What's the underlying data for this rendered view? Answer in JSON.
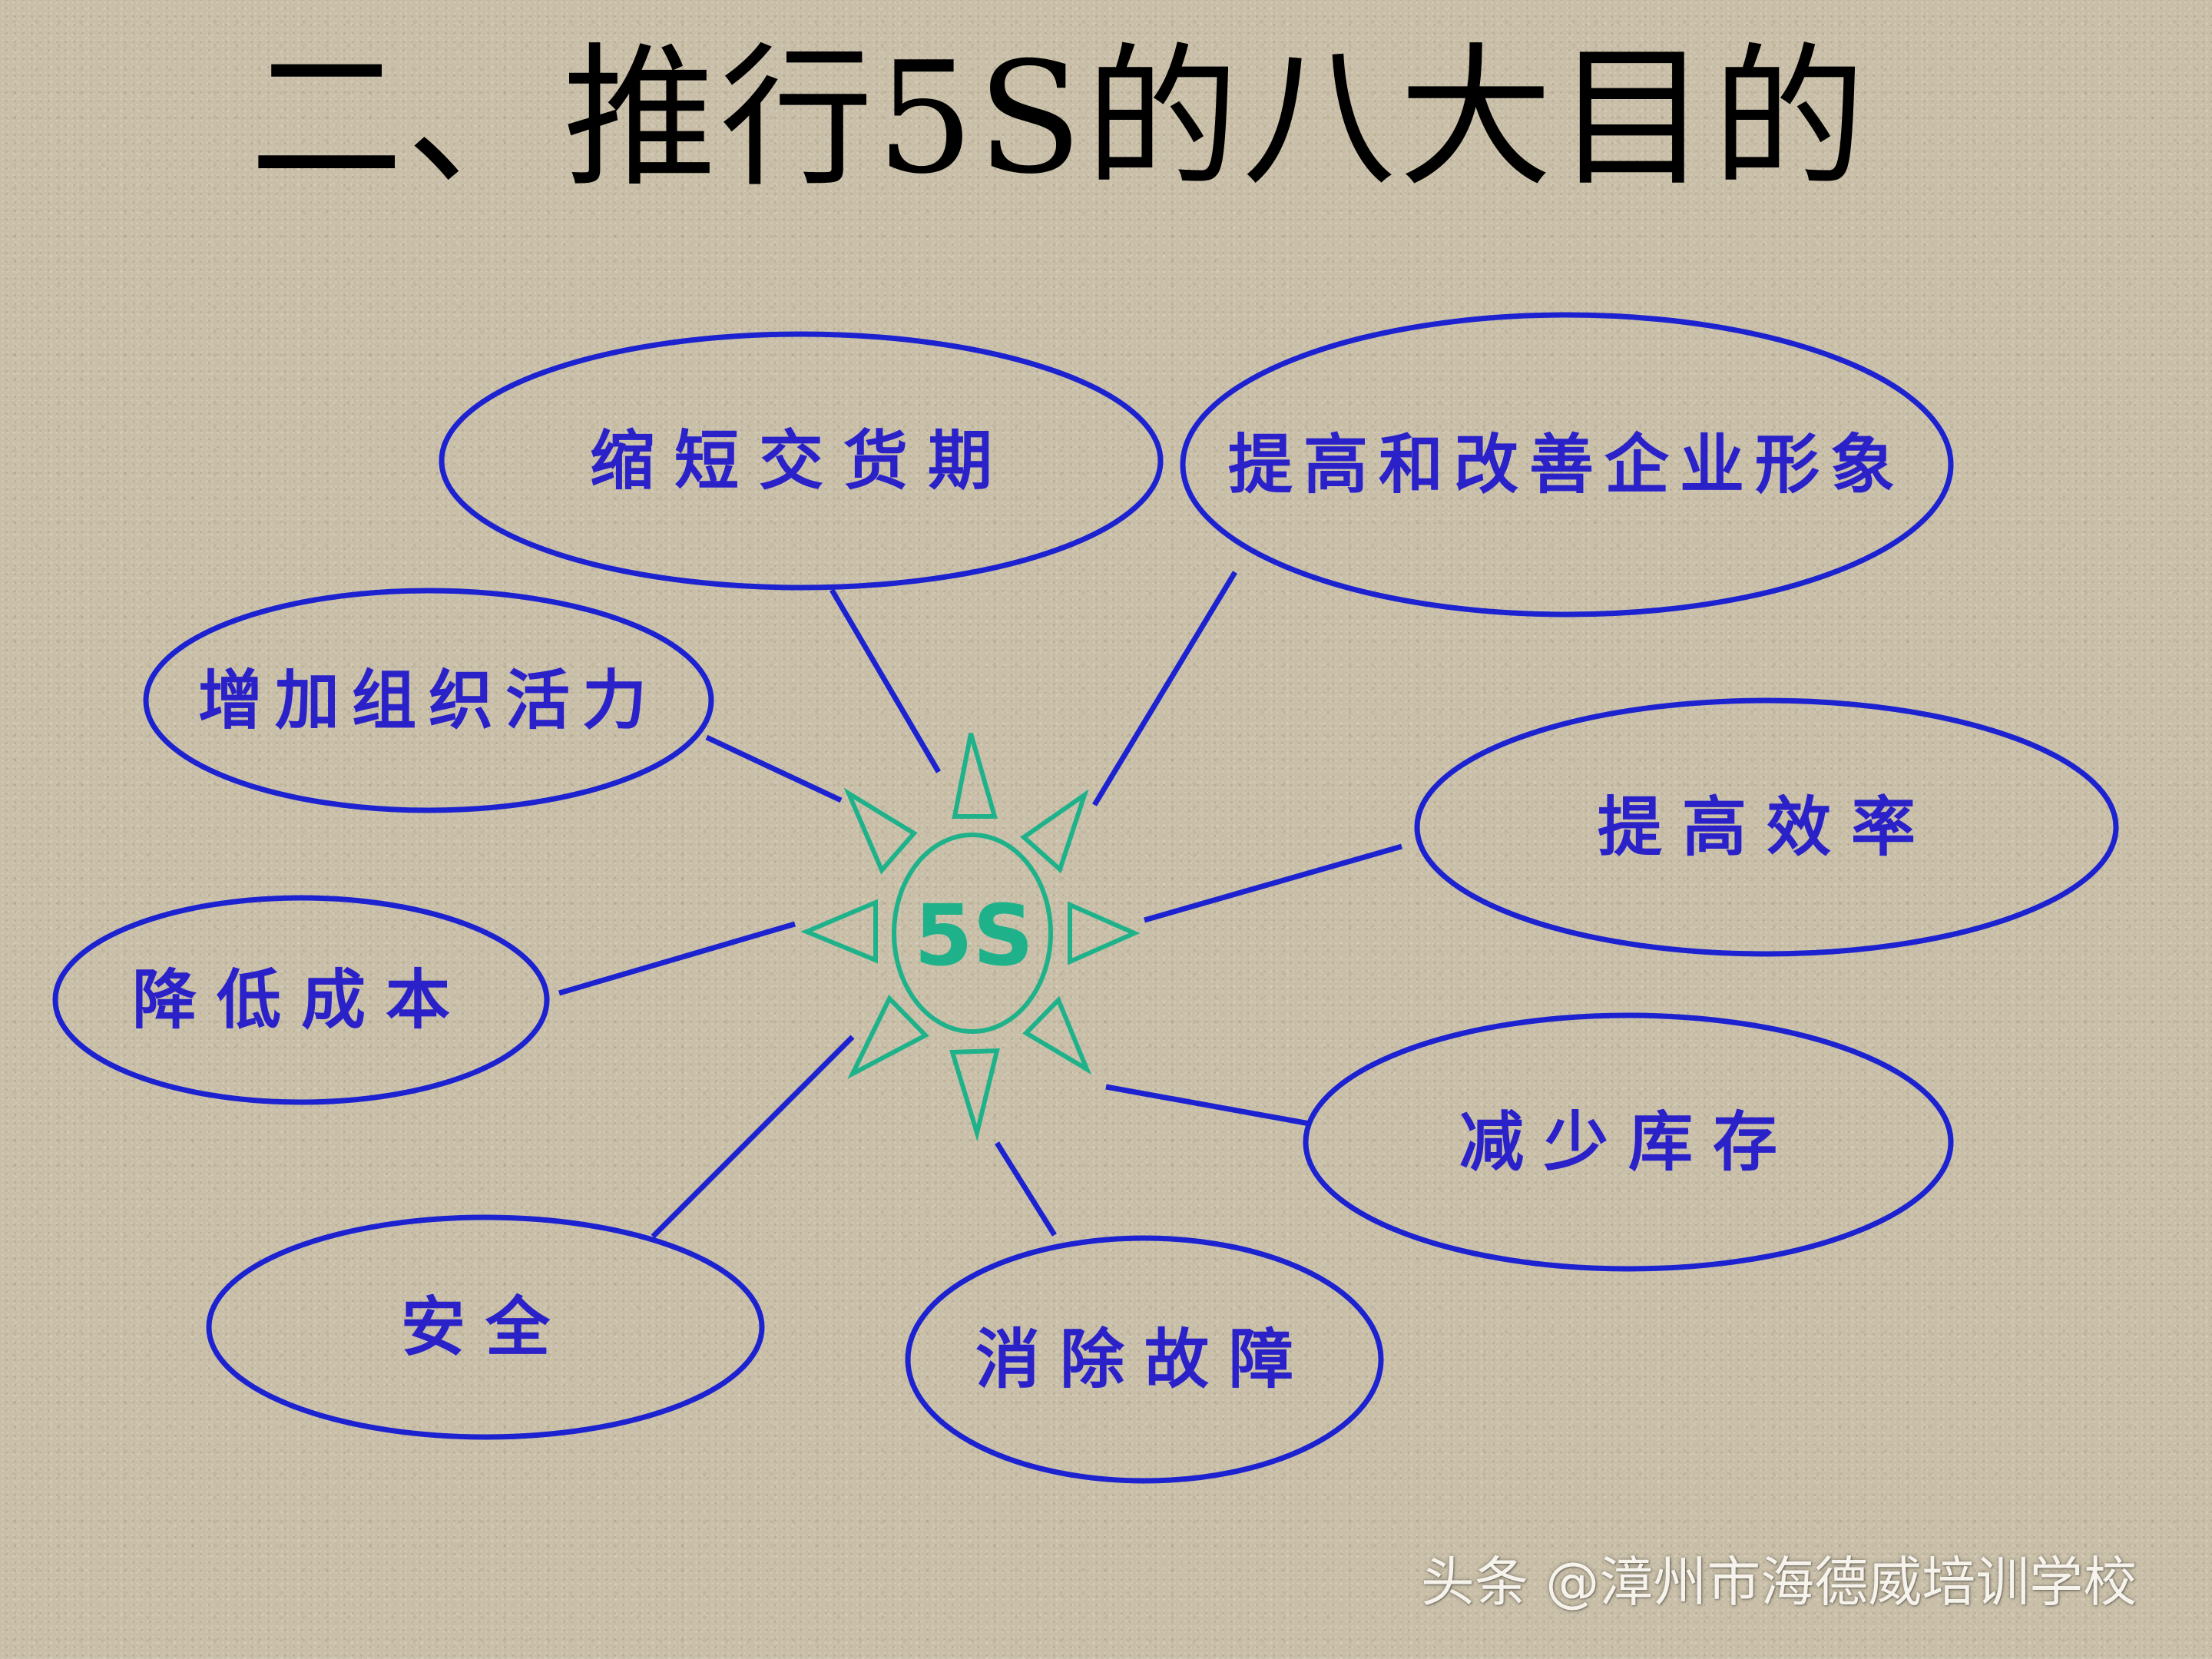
{
  "title": "二、推行5S的八大目的",
  "hub": {
    "label": "5S",
    "color": "#1fb28a"
  },
  "nodes": [
    {
      "id": "shorten-delivery",
      "label": "缩短交货期"
    },
    {
      "id": "improve-image",
      "label": "提高和改善企业形象"
    },
    {
      "id": "increase-vitality",
      "label": "增加组织活力"
    },
    {
      "id": "improve-efficiency",
      "label": "提高效率"
    },
    {
      "id": "reduce-cost",
      "label": "降低成本"
    },
    {
      "id": "reduce-inventory",
      "label": "减少库存"
    },
    {
      "id": "safety",
      "label": "安全"
    },
    {
      "id": "eliminate-faults",
      "label": "消除故障"
    }
  ],
  "colors": {
    "node_stroke": "#1c22cf",
    "node_text": "#2a22c8",
    "background": "#c9bfa8"
  },
  "watermark": "头条 @漳州市海德威培训学校"
}
